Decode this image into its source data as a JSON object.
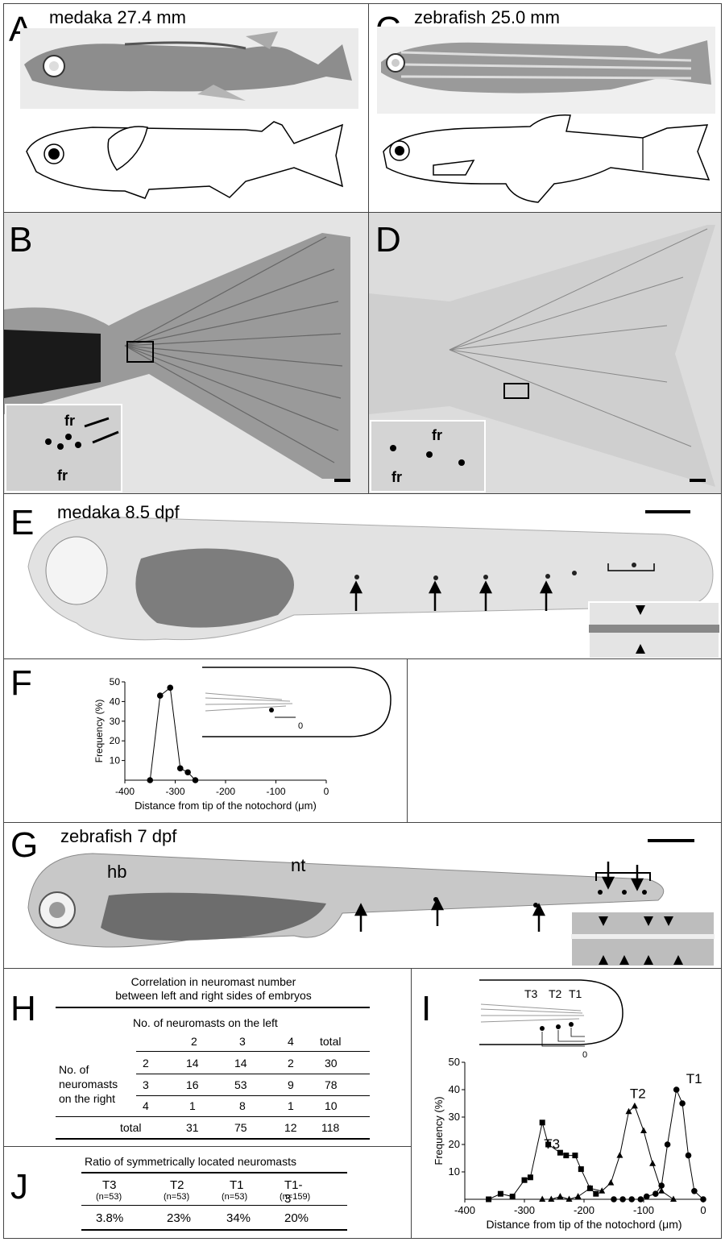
{
  "figure": {
    "panels": {
      "A": {
        "letter": "A",
        "title": "medaka 27.4 mm"
      },
      "B": {
        "letter": "B",
        "inset_labels": [
          "fr",
          "fr"
        ]
      },
      "C": {
        "letter": "C",
        "title": "zebrafish 25.0 mm"
      },
      "D": {
        "letter": "D",
        "inset_labels": [
          "fr",
          "fr"
        ]
      },
      "E": {
        "letter": "E",
        "title": "medaka 8.5 dpf"
      },
      "F": {
        "letter": "F"
      },
      "G": {
        "letter": "G",
        "title": "zebrafish 7 dpf",
        "labels": {
          "hb": "hb",
          "nt": "nt"
        }
      },
      "H": {
        "letter": "H"
      },
      "I": {
        "letter": "I"
      },
      "J": {
        "letter": "J"
      }
    }
  },
  "chart_data": [
    {
      "panel": "F",
      "type": "line",
      "xlabel": "Distance from tip of the notochord (μm)",
      "ylabel": "Frequency (%)",
      "xlim": [
        -400,
        0
      ],
      "ylim": [
        0,
        50
      ],
      "xticks": [
        -400,
        -300,
        -200,
        -100,
        0
      ],
      "yticks": [
        10,
        20,
        30,
        40,
        50
      ],
      "series": [
        {
          "marker": "circle",
          "x": [
            -350,
            -330,
            -310,
            -290,
            -275,
            -260
          ],
          "y": [
            0,
            43,
            47,
            6,
            4,
            0
          ]
        }
      ],
      "inset_tick": "0"
    },
    {
      "panel": "I",
      "type": "line",
      "xlabel": "Distance from tip of the notochord (μm)",
      "ylabel": "Frequency (%)",
      "xlim": [
        -400,
        0
      ],
      "ylim": [
        0,
        50
      ],
      "xticks": [
        -400,
        -300,
        -200,
        -100,
        0
      ],
      "yticks": [
        10,
        20,
        30,
        40,
        50
      ],
      "series": [
        {
          "name": "T3",
          "marker": "square",
          "x": [
            -360,
            -340,
            -320,
            -300,
            -290,
            -270,
            -260,
            -240,
            -230,
            -215,
            -205,
            -190,
            -180
          ],
          "y": [
            0,
            2,
            1,
            7,
            8,
            28,
            20,
            17,
            16,
            16,
            11,
            4,
            2
          ]
        },
        {
          "name": "T2",
          "marker": "triangle",
          "x": [
            -270,
            -255,
            -240,
            -225,
            -210,
            -190,
            -170,
            -155,
            -140,
            -125,
            -115,
            -100,
            -85,
            -70,
            -50
          ],
          "y": [
            0,
            0,
            1,
            0,
            1,
            4,
            3,
            6,
            16,
            32,
            34,
            25,
            13,
            3,
            0
          ]
        },
        {
          "name": "T1",
          "marker": "circle",
          "x": [
            -150,
            -135,
            -120,
            -105,
            -95,
            -80,
            -70,
            -60,
            -45,
            -35,
            -25,
            -15,
            0
          ],
          "y": [
            0,
            0,
            0,
            0,
            1,
            2,
            5,
            20,
            40,
            35,
            16,
            3,
            0
          ]
        }
      ],
      "inset_labels": [
        "T3",
        "T2",
        "T1",
        "0"
      ]
    }
  ],
  "table_H": {
    "title_line1": "Correlation in neuromast number",
    "title_line2": "between left and right sides of embryos",
    "col_group": "No. of neuromasts on the left",
    "cols": [
      "2",
      "3",
      "4",
      "total"
    ],
    "row_group": [
      "No. of",
      "neuromasts",
      "on the right"
    ],
    "rows": [
      {
        "label": "2",
        "cells": [
          "14",
          "14",
          "2",
          "30"
        ]
      },
      {
        "label": "3",
        "cells": [
          "16",
          "53",
          "9",
          "78"
        ]
      },
      {
        "label": "4",
        "cells": [
          "1",
          "8",
          "1",
          "10"
        ]
      }
    ],
    "total_row": {
      "label": "total",
      "cells": [
        "31",
        "75",
        "12",
        "118"
      ]
    }
  },
  "table_J": {
    "title": "Ratio of symmetrically located neuromasts",
    "cols": [
      {
        "name": "T3",
        "n": "(n=53)",
        "value": "3.8%"
      },
      {
        "name": "T2",
        "n": "(n=53)",
        "value": "23%"
      },
      {
        "name": "T1",
        "n": "(n=53)",
        "value": "34%"
      },
      {
        "name": "T1-3",
        "n": "(n=159)",
        "value": "20%"
      }
    ]
  }
}
